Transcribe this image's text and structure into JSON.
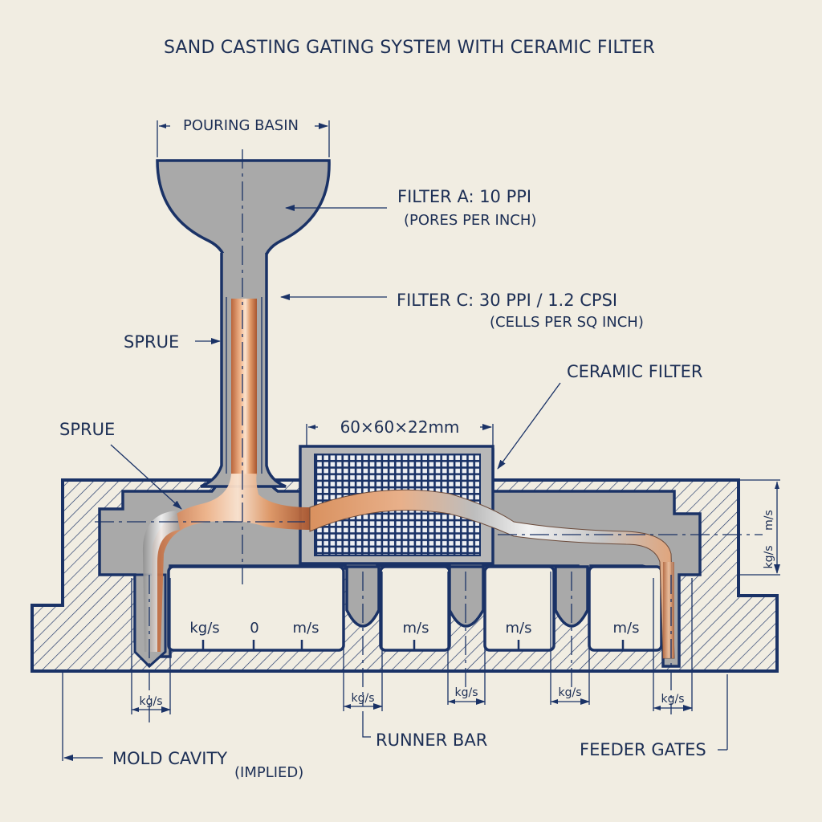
{
  "title": "SAND CASTING GATING SYSTEM WITH CERAMIC FILTER",
  "colors": {
    "paper": "#f1ede2",
    "ink": "#1a3266",
    "text": "#1d2f55",
    "cavity_gray": "#a8a8a8",
    "metal_copper": "#d98f5e",
    "metal_silver": "#d7d7d7"
  },
  "labels": {
    "pouring_basin": "POURING BASIN",
    "filter_a": "FILTER A:   10 PPI",
    "filter_a_sub": "(PORES PER INCH)",
    "filter_c": "FILTER C:  30 PPI / 1.2 CPSI",
    "filter_c_sub": "(CELLS PER SQ INCH)",
    "sprue_upper": "SPRUE",
    "sprue_lower": "SPRUE",
    "ceramic_filter": "CERAMIC FILTER",
    "filter_dims": "60×60×22mm",
    "runner_bar": "RUNNER BAR",
    "feeder_gates": "FEEDER GATES",
    "mold_cavity": "MOLD CAVITY",
    "mold_cavity_sub": "(IMPLIED)"
  },
  "cavity_scales": [
    {
      "left": "kg/s",
      "mid": "0",
      "right": "m/s"
    },
    {
      "right": "m/s"
    },
    {
      "right": "m/s"
    },
    {
      "right": "m/s"
    }
  ],
  "gate_dims": [
    "kg/s",
    "kg/s",
    "kg/s",
    "kg/s",
    "kg/s"
  ],
  "side_dim": {
    "upper": "m/s",
    "lower": "kg/s"
  },
  "icons": [
    "dimension-arrow",
    "leader-arrow",
    "centerline",
    "section-hatch",
    "filter-mesh"
  ]
}
